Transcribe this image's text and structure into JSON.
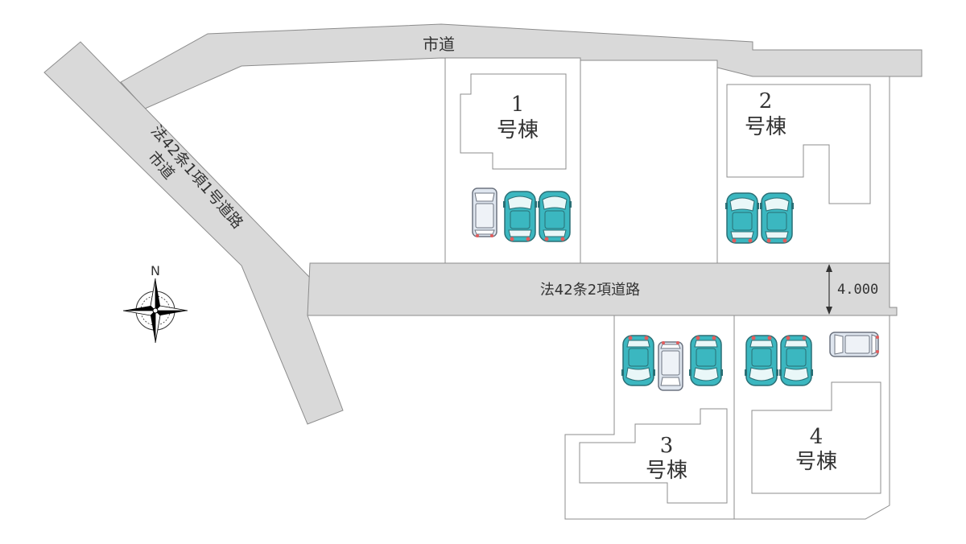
{
  "roads": {
    "top_road": "市道",
    "diagonal_road_line1": "法42条1項1号道路",
    "diagonal_road_line2": "市道",
    "middle_road": "法42条2項道路",
    "road_width": "4.000"
  },
  "compass": {
    "north_label": "N",
    "icon": "compass-rose-icon"
  },
  "lots": [
    {
      "number": "1",
      "suffix": "号棟",
      "parking_cars": 3
    },
    {
      "number": "2",
      "suffix": "号棟",
      "parking_cars": 2
    },
    {
      "number": "3",
      "suffix": "号棟",
      "parking_cars": 3
    },
    {
      "number": "4",
      "suffix": "号棟",
      "parking_cars": 3
    }
  ],
  "colors": {
    "road_fill": "#d9d9d9",
    "outline": "#8c8c8c",
    "car_teal": "#3bb7c0",
    "car_silver": "#dfe6ef"
  }
}
